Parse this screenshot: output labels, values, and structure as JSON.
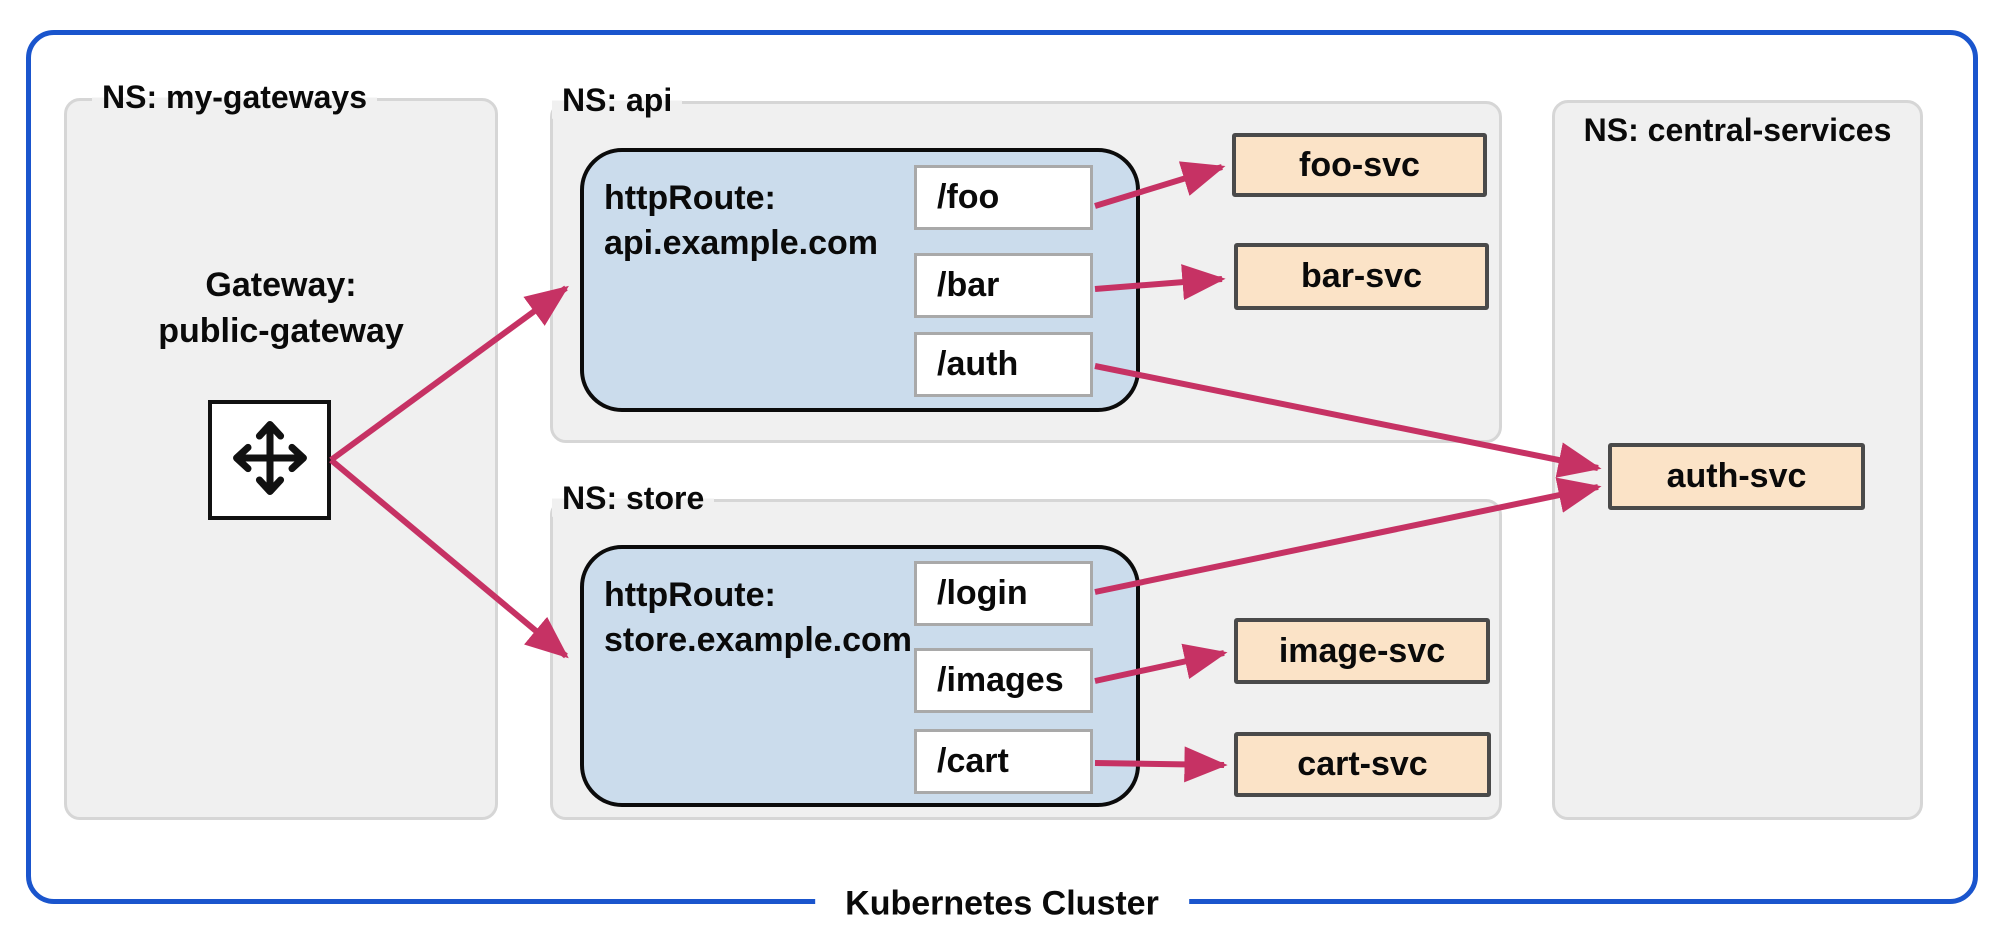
{
  "cluster": {
    "label": "Kubernetes Cluster"
  },
  "namespaces": {
    "my_gateways": {
      "label": "NS: my-gateways"
    },
    "api": {
      "label": "NS: api"
    },
    "store": {
      "label": "NS: store"
    },
    "central_services": {
      "label": "NS: central-services"
    }
  },
  "gateway": {
    "title": "Gateway:",
    "name": "public-gateway",
    "icon": "move-arrows-icon"
  },
  "routes": {
    "api": {
      "title": "httpRoute:",
      "host": "api.example.com",
      "paths": [
        "/foo",
        "/bar",
        "/auth"
      ]
    },
    "store": {
      "title": "httpRoute:",
      "host": "store.example.com",
      "paths": [
        "/login",
        "/images",
        "/cart"
      ]
    }
  },
  "services": {
    "foo": {
      "label": "foo-svc"
    },
    "bar": {
      "label": "bar-svc"
    },
    "image": {
      "label": "image-svc"
    },
    "cart": {
      "label": "cart-svc"
    },
    "auth": {
      "label": "auth-svc"
    }
  },
  "connections": [
    {
      "from": "public-gateway",
      "to": "httpRoute api.example.com"
    },
    {
      "from": "public-gateway",
      "to": "httpRoute store.example.com"
    },
    {
      "from": "/foo",
      "to": "foo-svc"
    },
    {
      "from": "/bar",
      "to": "bar-svc"
    },
    {
      "from": "/auth",
      "to": "auth-svc"
    },
    {
      "from": "/login",
      "to": "auth-svc"
    },
    {
      "from": "/images",
      "to": "image-svc"
    },
    {
      "from": "/cart",
      "to": "cart-svc"
    }
  ],
  "colors": {
    "cluster_border": "#1a55cd",
    "namespace_fill": "#f0f0f0",
    "namespace_border": "#d6d6d6",
    "route_fill": "#cbdcec",
    "route_border": "#0b0b0b",
    "path_fill": "#ffffff",
    "path_border": "#a9a9a9",
    "service_fill": "#fbe3c7",
    "service_border": "#4a4a4a",
    "arrow": "#c63264",
    "text": "#0a0a0a"
  }
}
